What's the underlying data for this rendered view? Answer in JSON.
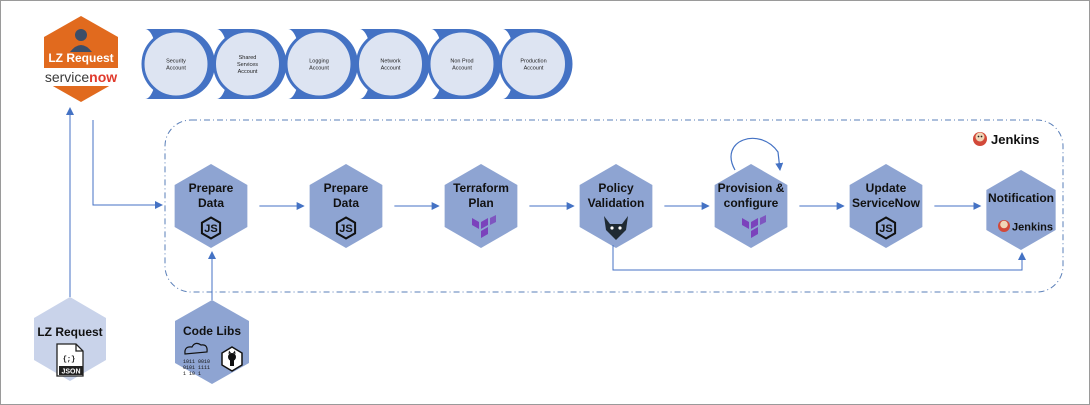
{
  "colors": {
    "hex_fill": "#8ea4d2",
    "hex_light": "#c9d3ea",
    "arrow": "#4472c4",
    "servicenow_hex": "#e16a1e",
    "account_fill": "#dde4f2",
    "terraform": "#7b42bc",
    "opa": "#1f2a33"
  },
  "request": {
    "title": "LZ Request",
    "brand_service": "service",
    "brand_now": "now"
  },
  "accounts": [
    {
      "line1": "Security",
      "line2": "Account",
      "line3": ""
    },
    {
      "line1": "Shared",
      "line2": "Services",
      "line3": "Account"
    },
    {
      "line1": "Logging",
      "line2": "Account",
      "line3": ""
    },
    {
      "line1": "Network",
      "line2": "Account",
      "line3": ""
    },
    {
      "line1": "Non Prod",
      "line2": "Account",
      "line3": ""
    },
    {
      "line1": "Production",
      "line2": "Account",
      "line3": ""
    }
  ],
  "pipeline": {
    "jenkins_label": "Jenkins",
    "steps": [
      {
        "line1": "Prepare",
        "line2": "Data",
        "icon": "nodejs-icon"
      },
      {
        "line1": "Prepare",
        "line2": "Data",
        "icon": "nodejs-icon"
      },
      {
        "line1": "Terraform",
        "line2": "Plan",
        "icon": "terraform-icon"
      },
      {
        "line1": "Policy",
        "line2": "Validation",
        "icon": "opa-icon"
      },
      {
        "line1": "Provision &",
        "line2": "configure",
        "icon": "terraform-icon"
      },
      {
        "line1": "Update",
        "line2": "ServiceNow",
        "icon": "nodejs-icon"
      },
      {
        "line1": "Notification",
        "line2": "",
        "icon": "jenkins-icon"
      }
    ],
    "notification_jenkins": "Jenkins"
  },
  "inputs": {
    "lz_request": {
      "title": "LZ Request",
      "file_label": "JSON",
      "file_glyph": "{;}"
    },
    "code_libs": {
      "title": "Code Libs",
      "binary_lines": [
        "1011 0010",
        "0101 1111",
        "1    10  1"
      ]
    }
  }
}
